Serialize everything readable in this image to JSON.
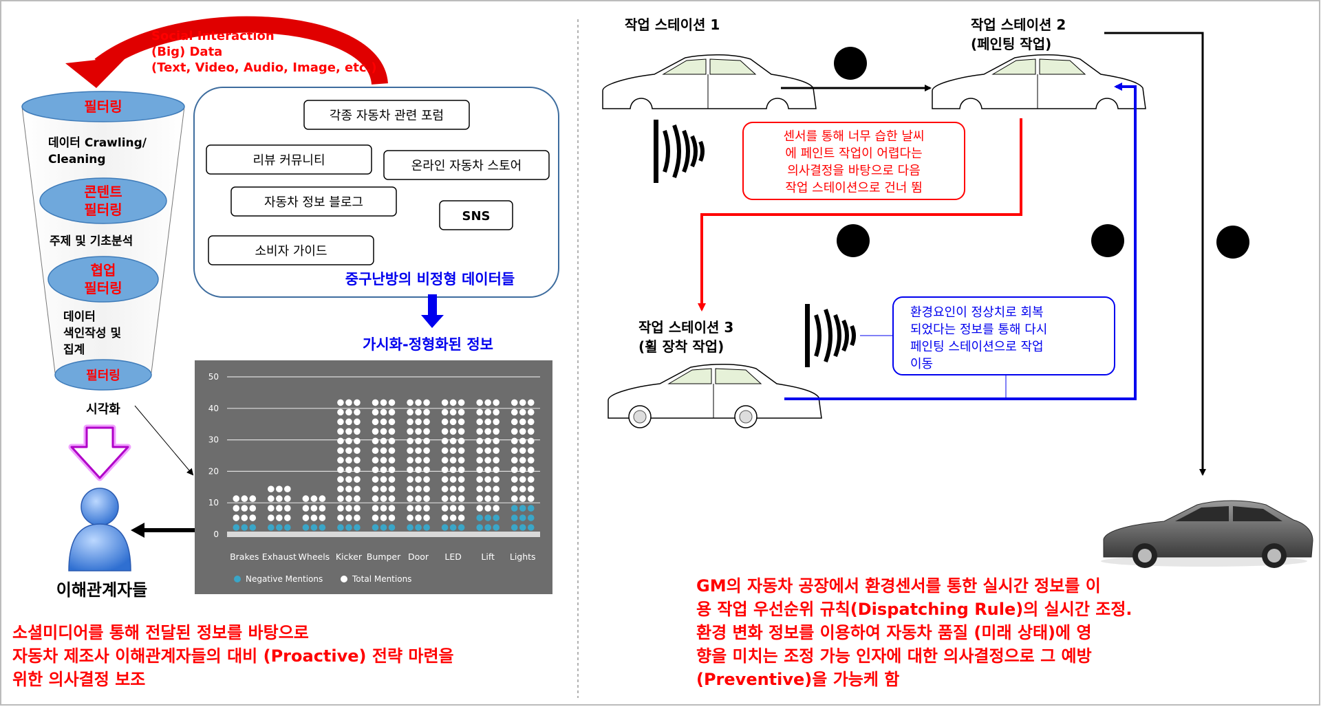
{
  "left": {
    "social_data": {
      "line1": "Social Interaction",
      "line2": "(Big) Data",
      "line3": "(Text, Video, Audio, Image, etc.)"
    },
    "funnel": {
      "stage1": "필터링",
      "step1_line1": "데이터 Crawling/",
      "step1_line2": "Cleaning",
      "stage2_line1": "콘텐트",
      "stage2_line2": "필터링",
      "step2": "주제 및 기초분석",
      "stage3_line1": "협업",
      "stage3_line2": "필터링",
      "step3_line1": "데이터",
      "step3_line2": "색인작성 및",
      "step3_line3": "집계",
      "stage4": "필터링",
      "visualize": "시각화"
    },
    "sources": {
      "forum": "각종 자동차 관련 포럼",
      "review": "리뷰 커뮤니티",
      "store": "온라인 자동차 스토어",
      "blog": "자동차 정보 블로그",
      "sns": "SNS",
      "guide": "소비자 가이드",
      "caption": "중구난방의 비정형 데이터들"
    },
    "visualized_caption": "가시화-정형화된 정보",
    "stakeholders": "이해관계자들",
    "summary_line1": "소셜미디어를 통해 전달된 정보를 바탕으로",
    "summary_line2": "자동차 제조사 이해관계자들의 대비 (Proactive) 전략 마련을",
    "summary_line3": "위한 의사결정 보조"
  },
  "right": {
    "station1": "작업 스테이션 1",
    "station2_line1": "작업 스테이션 2",
    "station2_line2": "(페인팅 작업)",
    "station3_line1": "작업 스테이션 3",
    "station3_line2": "(휠 장착 작업)",
    "sensor_note_red": {
      "line1": "센서를 통해 너무 습한 날씨",
      "line2": "에 페인트 작업이 어렵다는",
      "line3": "의사결정을 바탕으로 다음",
      "line4": "작업 스테이션으로 건너 뜀"
    },
    "sensor_note_blue": {
      "line1": "환경요인이 정상치로 회복",
      "line2": "되었다는 정보를 통해 다시",
      "line3": "페인팅 스테이션으로 작업",
      "line4": "이동"
    },
    "summary_line1": "GM의 자동차 공장에서 환경센서를 통한 실시간 정보를 이",
    "summary_line2": "용 작업 우선순위 규칙(Dispatching Rule)의 실시간 조정.",
    "summary_line3": "환경 변화 정보를 이용하여 자동차 품질 (미래 상태)에 영",
    "summary_line4": "향을 미치는 조정 가능 인자에 대한 의사결정으로 그 예방",
    "summary_line5": "(Preventive)을 가능케 함"
  },
  "colors": {
    "accent_red": "#ff0000",
    "accent_blue": "#0000ee",
    "funnel_blue": "#6fa8dc",
    "chart_bg": "#6d6d6d",
    "negative_dot": "#3aa6c8",
    "total_dot": "#ffffff"
  },
  "chart_data": {
    "type": "scatter",
    "title": "",
    "xlabel": "",
    "ylabel": "",
    "ylim": [
      0,
      50
    ],
    "yticks": [
      "0",
      "10",
      "20",
      "30",
      "40",
      "50"
    ],
    "categories": [
      "Brakes",
      "Exhaust",
      "Wheels",
      "Kicker",
      "Bumper",
      "Door",
      "LED",
      "Lift",
      "Lights"
    ],
    "legend_position": "bottom-left",
    "series": [
      {
        "name": "Negative Mentions",
        "values": [
          3,
          3,
          3,
          3,
          3,
          3,
          4,
          5,
          10
        ]
      },
      {
        "name": "Total Mentions",
        "values": [
          12,
          15,
          12,
          43,
          43,
          43,
          43,
          43,
          43
        ]
      }
    ]
  }
}
